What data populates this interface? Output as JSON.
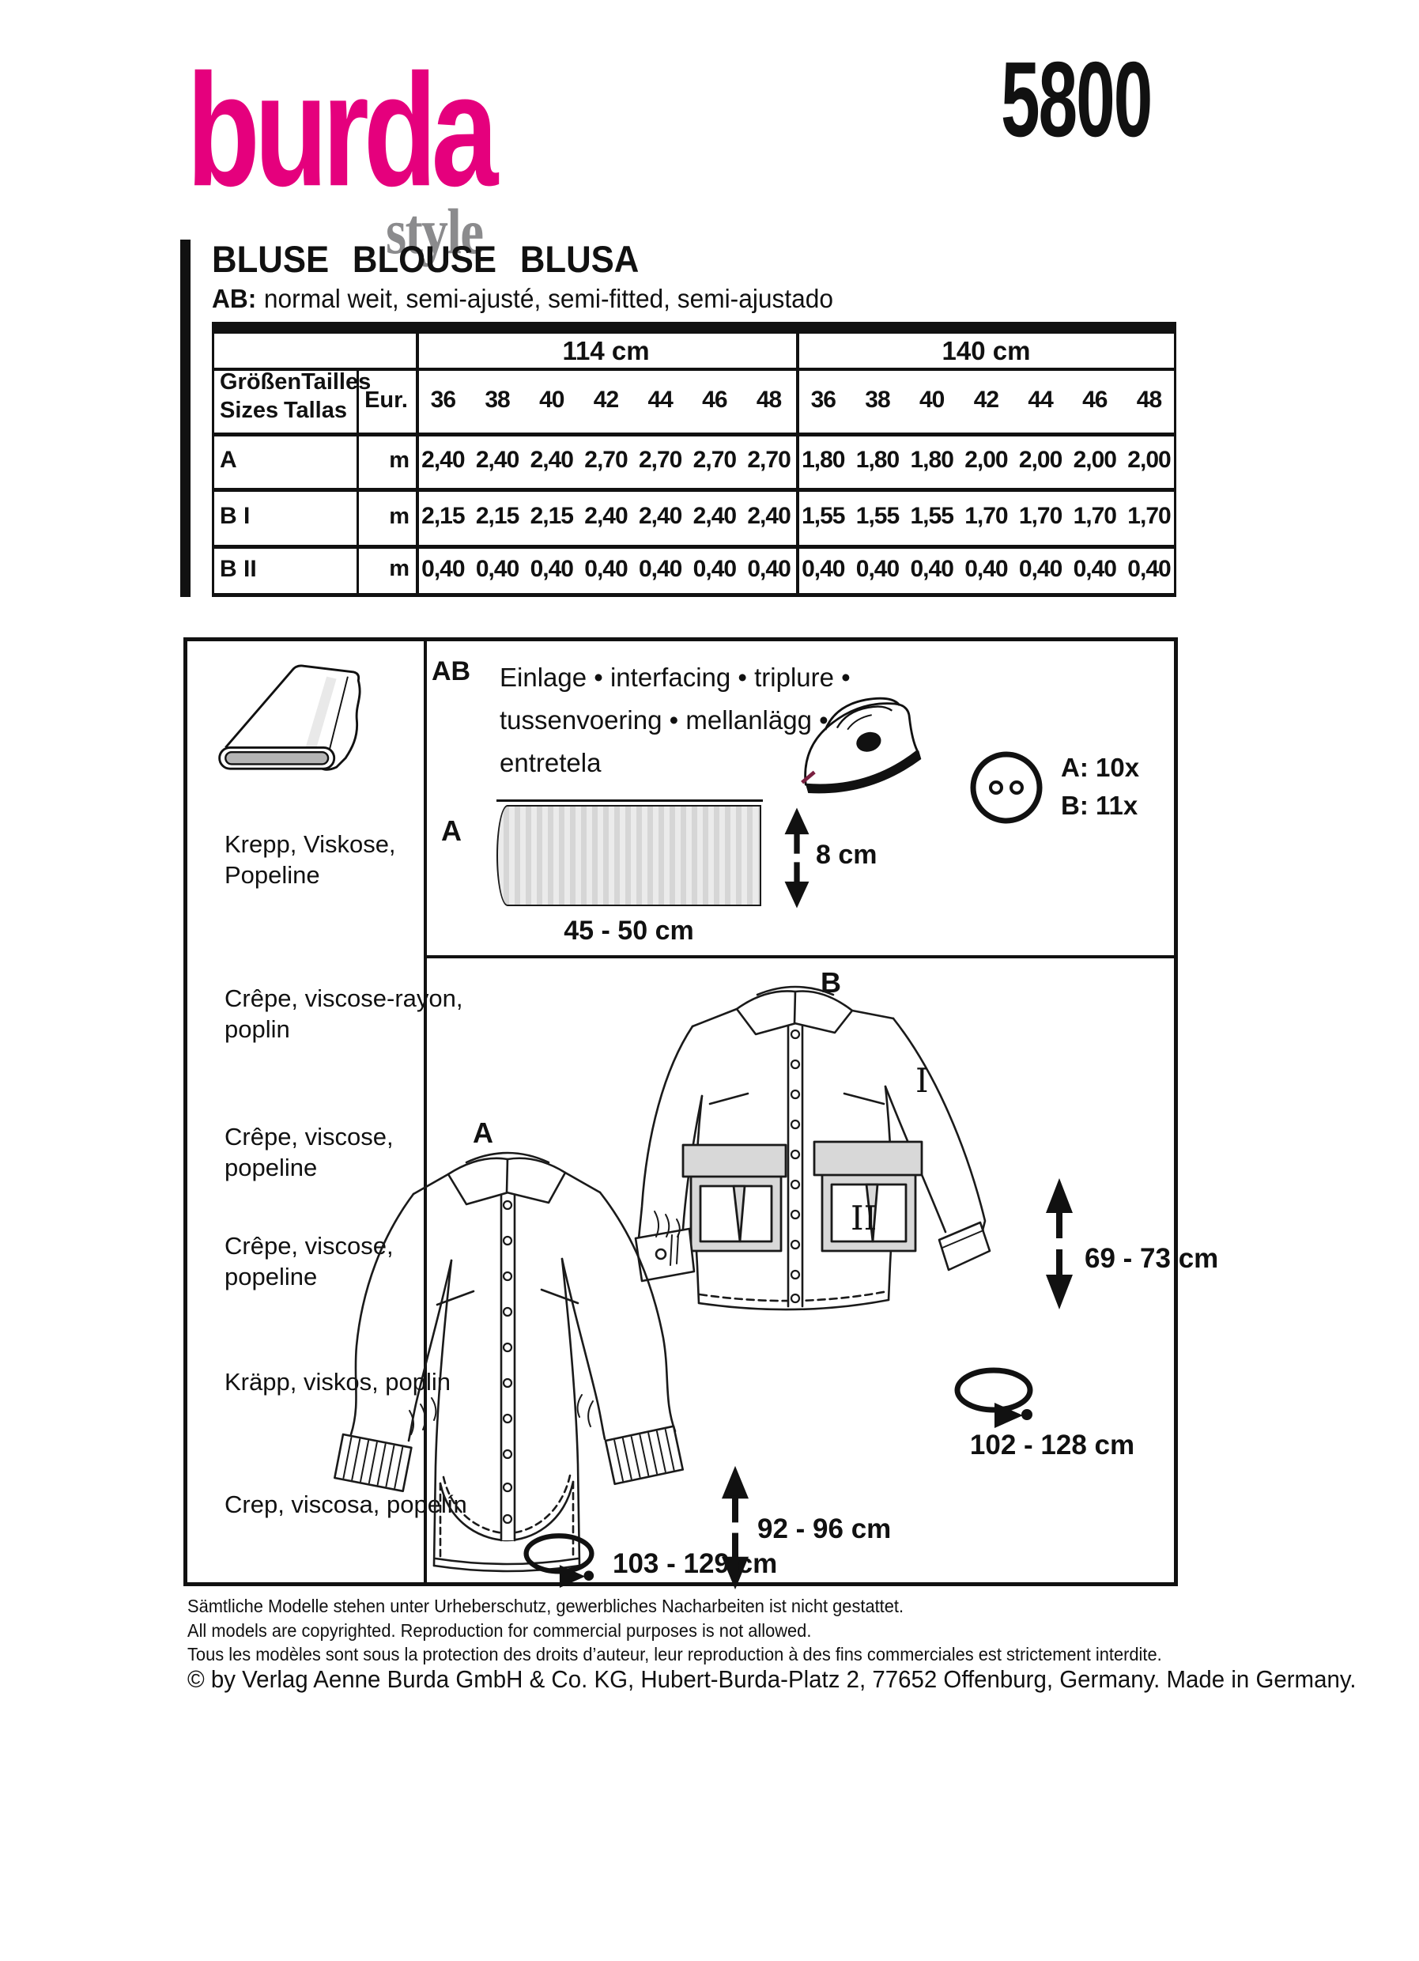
{
  "header": {
    "logo_main": "burda",
    "logo_sub": "style",
    "pattern_number": "5800",
    "brand_pink": "#e5007d",
    "brand_gray": "#8b8b8d"
  },
  "title": {
    "words": [
      "BLUSE",
      "BLOUSE",
      "BLUSA"
    ],
    "fit_prefix": "AB:",
    "fit_text": "normal weit, semi-ajusté, semi-fitted, semi-ajustado"
  },
  "table": {
    "group_headers": [
      "114 cm",
      "140 cm"
    ],
    "row_header": {
      "de": "Größen",
      "fr": "Tailles",
      "en": "Sizes",
      "es": "Tallas"
    },
    "eur_label": "Eur.",
    "sizes": [
      "36",
      "38",
      "40",
      "42",
      "44",
      "46",
      "48"
    ],
    "rows": [
      {
        "label": "A",
        "unit": "m",
        "v114": [
          "2,40",
          "2,40",
          "2,40",
          "2,70",
          "2,70",
          "2,70",
          "2,70"
        ],
        "v140": [
          "1,80",
          "1,80",
          "1,80",
          "2,00",
          "2,00",
          "2,00",
          "2,00"
        ]
      },
      {
        "label": "B I",
        "unit": "m",
        "v114": [
          "2,15",
          "2,15",
          "2,15",
          "2,40",
          "2,40",
          "2,40",
          "2,40"
        ],
        "v140": [
          "1,55",
          "1,55",
          "1,55",
          "1,70",
          "1,70",
          "1,70",
          "1,70"
        ]
      },
      {
        "label": "B II",
        "unit": "m",
        "v114": [
          "0,40",
          "0,40",
          "0,40",
          "0,40",
          "0,40",
          "0,40",
          "0,40"
        ],
        "v140": [
          "0,40",
          "0,40",
          "0,40",
          "0,40",
          "0,40",
          "0,40",
          "0,40"
        ]
      }
    ]
  },
  "materials": {
    "fabrics": [
      {
        "lines": [
          "Krepp, Viskose,",
          "Popeline"
        ]
      },
      {
        "lines": [
          "Crêpe, viscose-rayon,",
          "poplin"
        ]
      },
      {
        "lines": [
          "Crêpe, viscose,",
          "popeline"
        ]
      },
      {
        "lines": [
          "Crêpe, viscose,",
          "popeline"
        ]
      },
      {
        "lines": [
          "Kräpp, viskos, poplin"
        ]
      },
      {
        "lines": [
          "Crep, viscosa, popelín"
        ]
      }
    ]
  },
  "interfacing": {
    "scope_label": "AB",
    "line1": "Einlage • interfacing • triplure •",
    "line2": "tussenvoering • mellanlägg •",
    "line3": "entretela",
    "button_count_a": "A: 10x",
    "button_count_b": "B: 11x",
    "view_label": "A",
    "height": "8 cm",
    "width": "45 - 50 cm"
  },
  "views": {
    "b": {
      "label": "B",
      "pocket_numeral_top": "I",
      "pocket_numeral_bottom": "II",
      "back_length": "69 - 73 cm",
      "hem_width": "102 - 128 cm"
    },
    "a": {
      "label": "A",
      "back_length": "92 - 96 cm",
      "hem_width": "103 - 129 cm"
    }
  },
  "footer": {
    "de": "Sämtliche Modelle stehen unter Urheberschutz, gewerbliches Nacharbeiten ist nicht gestattet.",
    "en": "All models are copyrighted. Reproduction for commercial purposes is not allowed.",
    "fr": "Tous les modèles sont sous la protection des droits d’auteur, leur reproduction à des fins commerciales est strictement interdite.",
    "copyright": "© by Verlag Aenne Burda GmbH & Co. KG, Hubert-Burda-Platz 2, 77652 Offenburg, Germany. Made in Germany."
  }
}
